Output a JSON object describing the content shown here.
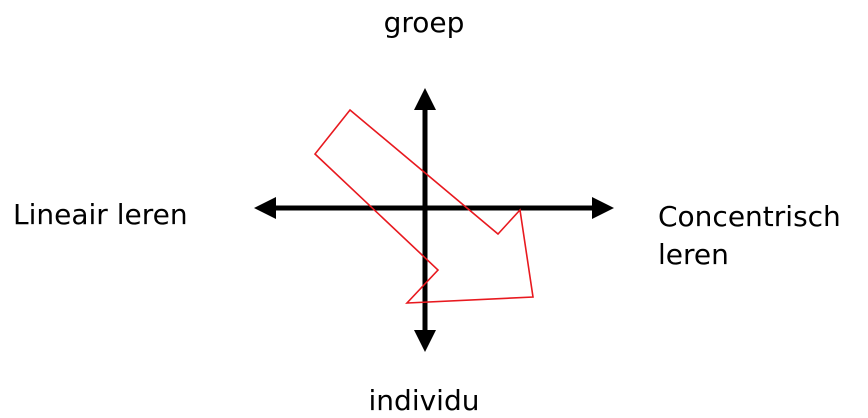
{
  "axes": {
    "top": "groep",
    "bottom": "individu",
    "left": "Lineair leren",
    "right_line1": "Concentrisch",
    "right_line2": "leren"
  },
  "colors": {
    "axis": "#000000",
    "arrow_outline": "#e8191f"
  }
}
